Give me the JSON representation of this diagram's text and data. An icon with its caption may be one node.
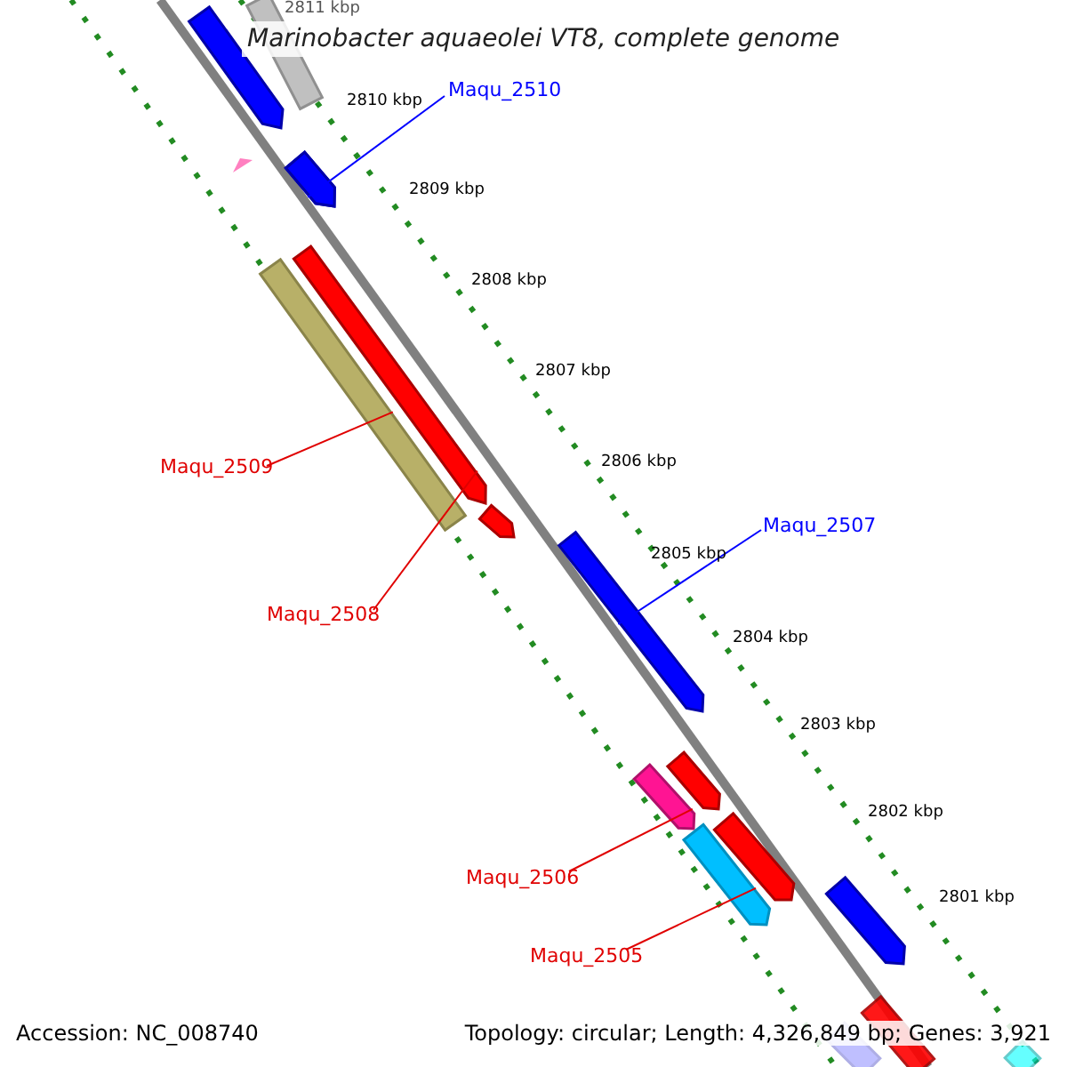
{
  "diagram": {
    "title": "Marinobacter aquaeolei VT8, complete genome",
    "nodes": [
      {
        "text": [
          "Maqu_2510"
        ]
      },
      {
        "text": [
          "Maqu_2509"
        ]
      },
      {
        "text": [
          "Maqu_2508"
        ]
      },
      {
        "text": [
          "Maqu_2507"
        ]
      },
      {
        "text": [
          "Maqu_2506"
        ]
      },
      {
        "text": [
          "Maqu_2505"
        ]
      },
      {
        "text": [],
        "shape": "arrow"
      },
      {
        "text": [],
        "shape": "arrow"
      },
      {
        "text": [],
        "shape": "arrow"
      },
      {
        "text": [],
        "shape": "arrow"
      },
      {
        "text": [],
        "shape": "arrow"
      },
      {
        "text": [],
        "shape": "arrow"
      }
    ],
    "edges": [
      {
        "from": 0,
        "to": 6,
        "arrow": "none",
        "color": "#0000ff"
      },
      {
        "from": 1,
        "to": 7,
        "arrow": "none"
      },
      {
        "from": 2,
        "to": 8,
        "arrow": "none"
      },
      {
        "from": 3,
        "to": 9,
        "arrow": "none",
        "color": "#0000ff"
      },
      {
        "from": 4,
        "to": 10,
        "arrow": "none"
      },
      {
        "from": 5,
        "to": 11,
        "arrow": "none"
      }
    ],
    "labels": [
      "2811 kbp",
      "2810 kbp",
      "2809 kbp",
      "2808 kbp",
      "2807 kbp",
      "2806 kbp",
      "2805 kbp",
      "2804 kbp",
      "2803 kbp",
      "2802 kbp",
      "2801 kbp",
      "Accession: NC_008740",
      "Topology: circular; Length: 4,326,849 bp; Genes: 3,921"
    ]
  }
}
